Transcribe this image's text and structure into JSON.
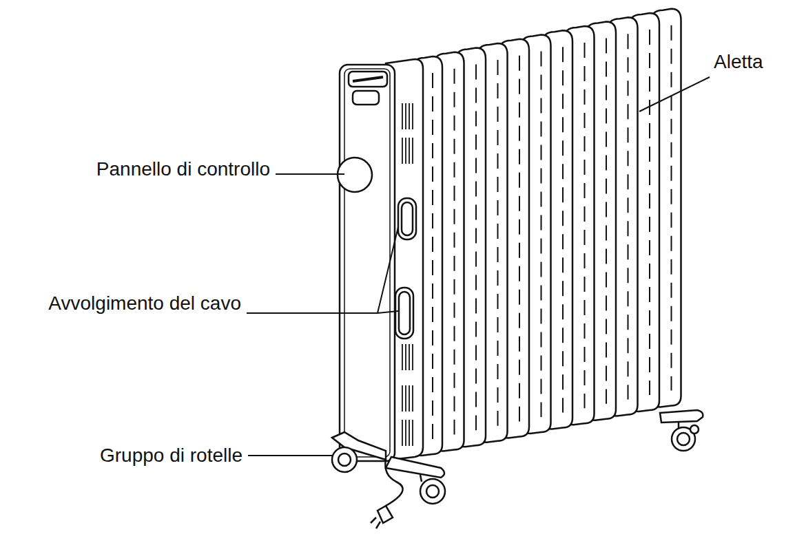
{
  "diagram": {
    "labels": [
      "Aletta",
      "Pannello di controllo",
      "Avvolgimento del cavo",
      "Gruppo di rotelle"
    ]
  }
}
